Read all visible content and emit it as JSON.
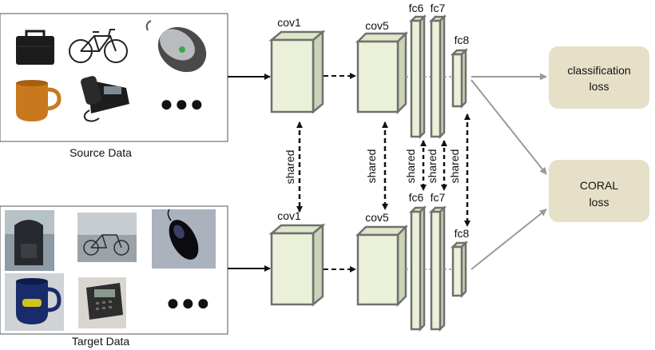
{
  "source_panel": {
    "caption": "Source Data",
    "images": [
      "briefcase",
      "bicycle",
      "computer mouse",
      "mug",
      "desk phone"
    ],
    "more": "●●●"
  },
  "target_panel": {
    "caption": "Target Data",
    "images": [
      "backpack",
      "bicycle",
      "computer mouse",
      "mug",
      "desk phone"
    ],
    "more": "●●●"
  },
  "layers": {
    "cov1": "cov1",
    "cov5": "cov5",
    "fc6": "fc6",
    "fc7": "fc7",
    "fc8": "fc8"
  },
  "shared_label": "shared",
  "losses": {
    "classification": [
      "classification",
      "loss"
    ],
    "coral": [
      "CORAL",
      "loss"
    ]
  },
  "colors": {
    "block_face": "#eaf1d8",
    "block_side": "#c9d3b6",
    "block_stroke": "#707070",
    "loss_box": "#e6e0c8",
    "gray_arrow": "#9a9a9a"
  }
}
